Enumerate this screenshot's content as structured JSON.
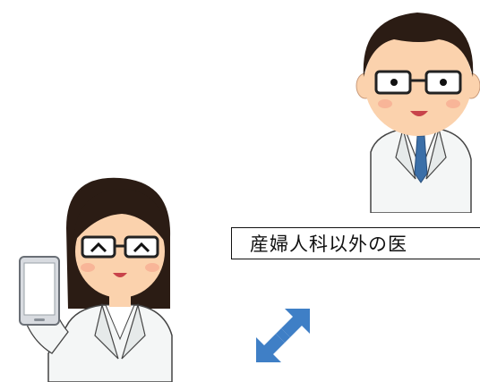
{
  "caption": {
    "text": "産婦人科以外の医"
  },
  "icons": {
    "male_doctor": "doctor-male-illustration",
    "female_doctor": "doctor-female-smartphone-illustration",
    "arrow": "bidirectional-diagonal-arrow-icon"
  },
  "colors": {
    "arrow": "#3f7fc6",
    "skin": "#fbd2ad",
    "hair": "#2b1c14",
    "coat": "#f4f6f6",
    "tie": "#3b6fa8"
  }
}
